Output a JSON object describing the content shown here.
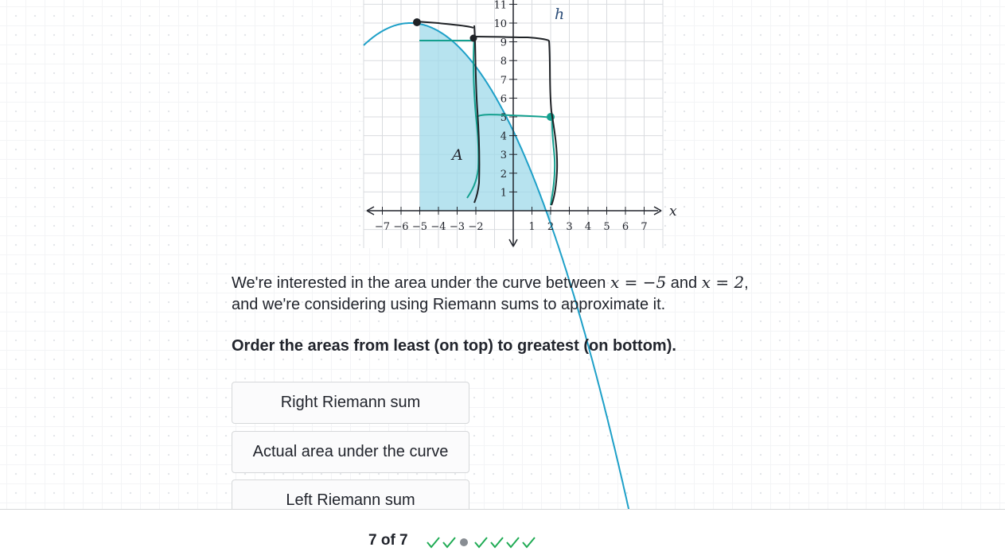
{
  "graph": {
    "function_label": "h",
    "region_label": "A",
    "x_axis_label": "x",
    "x_ticks": [
      "−7",
      "−6",
      "−5",
      "−4",
      "−3",
      "−2",
      "1",
      "2",
      "3",
      "4",
      "5",
      "6",
      "7"
    ],
    "y_ticks": [
      "1",
      "2",
      "3",
      "4",
      "5",
      "6",
      "7",
      "8",
      "9",
      "10",
      "11"
    ],
    "colors": {
      "curve": "#1ea0c8",
      "area": "#9fd9ea",
      "annotation_teal": "#14a08f",
      "annotation_dark": "#1f2226"
    }
  },
  "question": {
    "line1_before": "We're interested in the area under the curve between ",
    "math1": "x = −5",
    "line1_mid": " and ",
    "math2": "x = 2",
    "line1_after": ",",
    "line2": "and we're considering using Riemann sums to approximate it."
  },
  "instruction": "Order the areas from least (on top) to greatest (on bottom).",
  "sortable_items": [
    {
      "label": "Right Riemann sum"
    },
    {
      "label": "Actual area under the curve"
    },
    {
      "label": "Left Riemann sum"
    }
  ],
  "footer": {
    "progress_text": "7 of 7",
    "progress_marks": [
      "check",
      "check",
      "current",
      "check",
      "check",
      "check",
      "check"
    ],
    "colors": {
      "check": "#1fab54",
      "current": "#888d93"
    }
  }
}
